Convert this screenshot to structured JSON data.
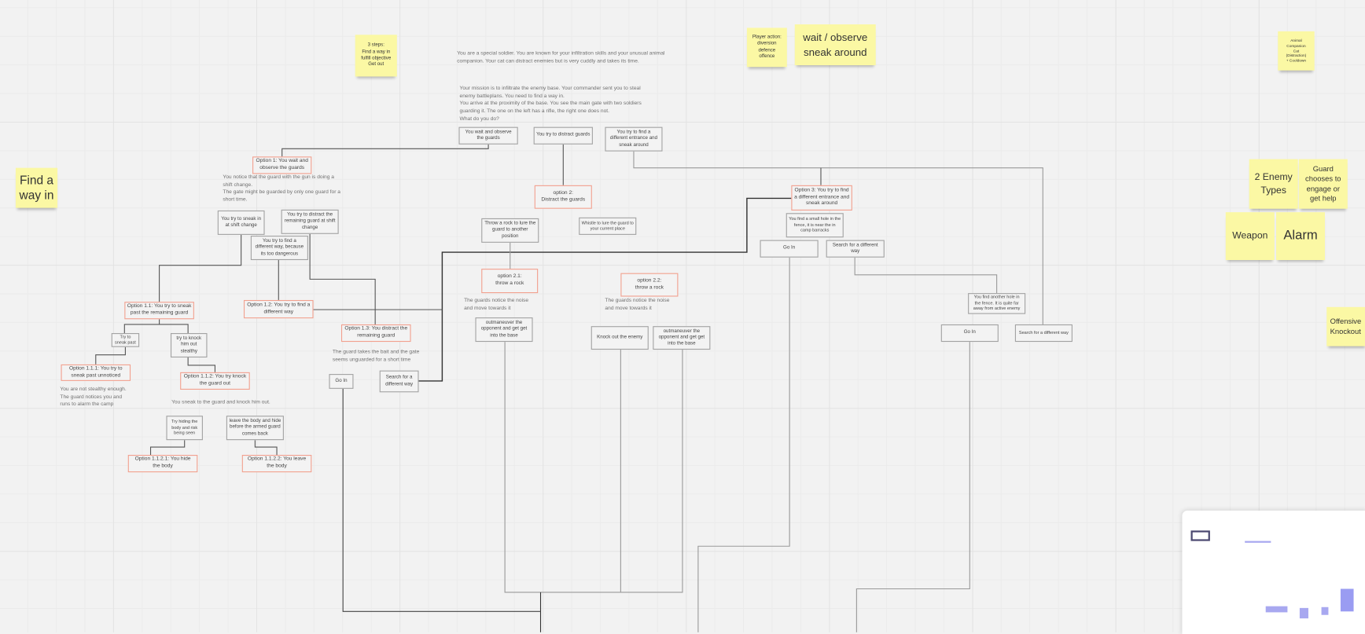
{
  "stickies": {
    "steps": "3 steps:\nFind a way in\nfulfill objective\nGet out",
    "find_way": "Find a\nway in",
    "player_action": "Player action:\ndiversion\ndefence\noffence",
    "wait_observe": "wait / observe\nsneak around",
    "animal": "Animal\nCompanion\nCat\n(Distraction)\n+ Cooldown",
    "enemy_types": "2 Enemy\nTypes",
    "guard_chooses": "Guard\nchooses to\nengage or\nget help",
    "weapon": "Weapon",
    "alarm": "Alarm",
    "offensive": "Offensive\nKnockout"
  },
  "notes": {
    "intro": "You are a special soldier. You are known for your infiltration skills and your unusual animal\ncompanion. Your cat can distract enemies but is very cuddly and takes its time.",
    "mission": "Your mission is to infiltrate the enemy base. Your commander sent you to steal\nenemy battleplans. You need to find a way in.\nYou arrive at the proximity of the base.  You see the main gate with two soldiers\nguarding it. The one on the left has a rifle, the right one does not.\nWhat do you do?",
    "shift": "You notice that the guard with the gun is doing a\nshift change.\nThe gate might be guarded by only one guard for a\nshort time.",
    "not_stealthy": "You are not stealthy enough.\nThe guard notices you and\nruns to alarm the camp",
    "sneak_knock": "You sneak to the guard and knock him out.",
    "bait": "The guard takes the bait and the gate\nseems unguarded for a short time",
    "noise1": "The guards notice the noise\n and move towards it",
    "noise2": "The guards notice the noise\n and move towards it"
  },
  "choices": {
    "wait": "You wait and observe the guards",
    "distract": "You try to distract guards",
    "entrance": "You try to find a different entrance and sneak around",
    "sneak_shift": "You try to sneak in at shift change",
    "distract_remaining": "You try to distract the remaining guard at shift change",
    "different_way": "You try to find a different way, because its too dangerous",
    "try_sneak": "Try to sneak past",
    "knock_out": "try to knock him out stealthy",
    "hide_body": "Try hiding the body and risk being seen",
    "leave_body": "leave the body and hide before the armed guard comes back",
    "go_in_13": "Go In",
    "search_13": "Search for a different way",
    "throw_rock": "Throw a rock to lure the guard to another position",
    "whistle": "Whistle to lure the guard to your current place",
    "outmaneuver_21": "outmaneuver the opponent and get get into the base",
    "knock_enemy": "Knock out the enemy",
    "outmaneuver_22": "outmaneuver the opponent and get get into the base",
    "small_hole": "You find a small hole in the fence, it is near the in camp barracks",
    "go_in_3": "Go In",
    "search_3": "Search for a different way",
    "another_hole": "You find another hole in the fence. It is quite far away from active enemy",
    "go_in_3b": "Go In",
    "search_3b": "Search for a different way"
  },
  "options": {
    "o1": "Option 1: You wait and observe the guards",
    "o11": "Option 1.1: You try to sneak past the remaining guard",
    "o12": "Option 1.2: You try to find a different way",
    "o13": "Option 1.3: You distract the remaining guard",
    "o111": "Option 1.1.1: You try to sneak past unnoticed",
    "o112": "Option 1.1.2: You try knock the guard out",
    "o1121": "Option 1.1.2.1: You hide the body",
    "o1122": "Option 1.1.2.2: You leave the body",
    "o2": "option 2:\nDistract the guards",
    "o21": "option 2.1:\nthrow a rock",
    "o22": "option 2.2:\nthrow a rock",
    "o3": "Option 3: You try to find a different entrance and sneak around"
  }
}
